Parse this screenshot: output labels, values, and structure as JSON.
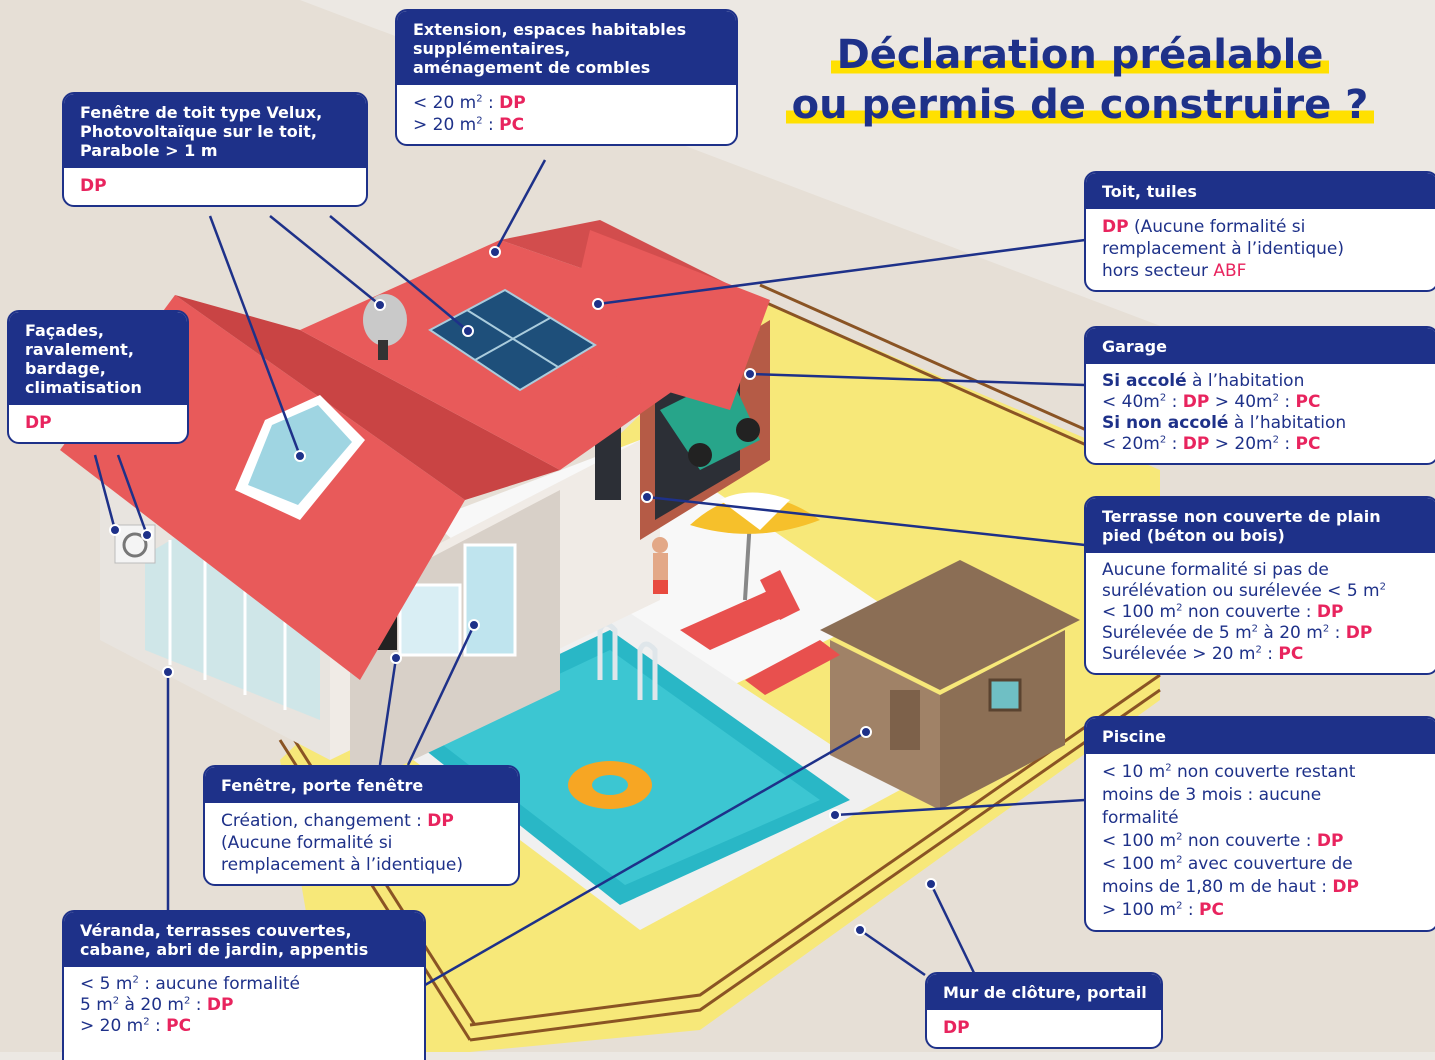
{
  "title": {
    "line1": "Déclaration préalable",
    "line2": "ou permis de construire ?"
  },
  "labels": {
    "dp": "DP",
    "pc": "PC",
    "m2": "m",
    "sq": "2"
  },
  "velux": {
    "heading_lines": [
      "Fenêtre de toit type Velux,",
      "Photovoltaïque sur le toit,",
      "Parabole > 1 m"
    ],
    "rule": "DP"
  },
  "extension": {
    "heading_lines": [
      "Extension, espaces habitables",
      "supplémentaires,",
      "aménagement de combles"
    ],
    "rule_small": "< 20 m",
    "rule_large": "> 20 m",
    "sep": " : "
  },
  "facades": {
    "heading_lines": [
      "Façades,",
      "ravalement,",
      "bardage,",
      "climatisation"
    ],
    "rule": "DP"
  },
  "toit": {
    "heading": "Toit, tuiles",
    "text_a": " (Aucune formalité si",
    "text_b": "remplacement à l’identique)",
    "text_c": "hors secteur ",
    "abf": "ABF"
  },
  "garage": {
    "heading": "Garage",
    "attached": "Si accolé",
    "detached": "Si non accolé",
    "suffix": " à l’habitation",
    "att_small": "< 40m",
    "att_large": " > 40m",
    "det_small": "< 20m",
    "det_large": " > 20m",
    "sep": " : "
  },
  "terrasse": {
    "heading_lines": [
      "Terrasse non couverte de plain",
      "pied (béton ou bois)"
    ],
    "line1": "Aucune formalité si pas de",
    "line2": "surélévation ou surélevée < 5 m",
    "line3": "< 100 m",
    "line3b": " non couverte : ",
    "line4": "Surélevée de 5 m",
    "line4b": " à 20 m",
    "line4c": " : ",
    "line5": "Surélevée > 20 m",
    "line5b": " : "
  },
  "piscine": {
    "heading": "Piscine",
    "line1": "< 10 m",
    "line1b": " non couverte restant",
    "line2": "moins de 3 mois : aucune",
    "line3": "formalité",
    "line4": "< 100 m",
    "line4b": " non couverte : ",
    "line5": "< 100 m",
    "line5b": " avec couverture de",
    "line6": "moins de 1,80 m de haut : ",
    "line7": "> 100 m",
    "line7b": " : "
  },
  "fenetre": {
    "heading": "Fenêtre, porte fenêtre",
    "line1": "Création, changement : ",
    "line2": "(Aucune formalité si",
    "line3": "remplacement à l’identique)"
  },
  "veranda": {
    "heading_lines": [
      "Véranda, terrasses couvertes,",
      "cabane, abri de jardin, appentis"
    ],
    "line1": "< 5 m",
    "line1b": " : aucune formalité",
    "line2": "5 m",
    "line2b": " à 20 m",
    "line2c": " : ",
    "line3": "> 20 m",
    "line3b": " : "
  },
  "cloture": {
    "heading": "Mur de clôture, portail",
    "rule": "DP"
  },
  "colors": {
    "navy": "#1e3189",
    "accent": "#e8245e",
    "highlight": "#ffe000",
    "background": "#ece8e3",
    "roof": "#e85a5a",
    "pool": "#29b7c6",
    "lawn": "#f7e879",
    "fence": "#a0652b"
  }
}
